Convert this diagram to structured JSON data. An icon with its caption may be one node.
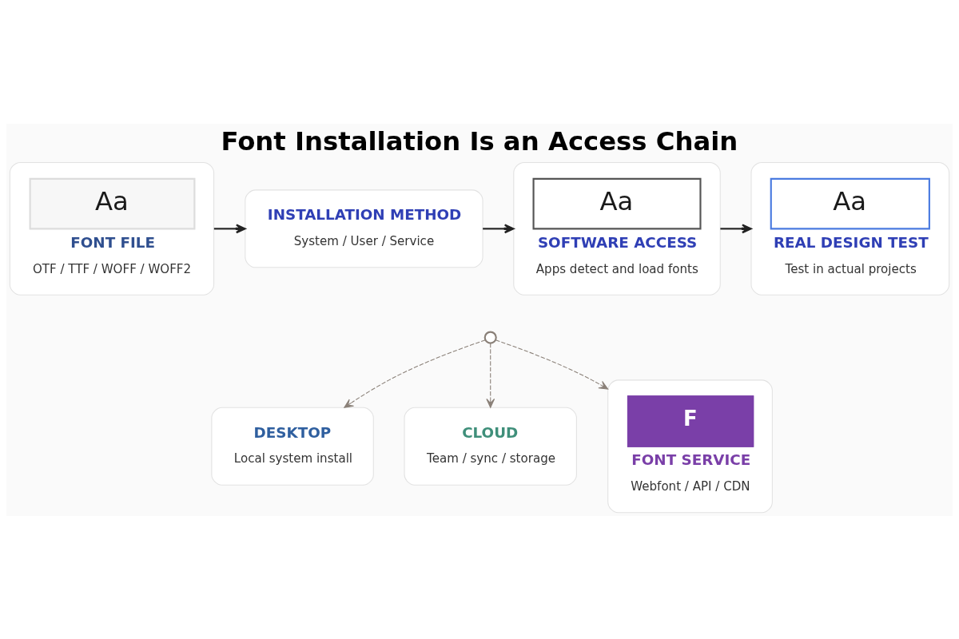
{
  "diagram": {
    "title": "Font Installation Is an Access Chain",
    "nodes": [
      {
        "text": [
          "Aa",
          "FONT FILE",
          "OTF / TTF / WOFF / WOFF2"
        ]
      },
      {
        "text": [
          "INSTALLATION METHOD",
          "System / User / Service"
        ]
      },
      {
        "text": [
          "Aa",
          "SOFTWARE ACCESS",
          "Apps detect and load fonts"
        ]
      },
      {
        "text": [
          "Aa",
          "REAL DESIGN TEST",
          "Test in actual projects"
        ]
      },
      {
        "text": [],
        "shape": "circle"
      },
      {
        "text": [
          "DESKTOP",
          "Local system install"
        ]
      },
      {
        "text": [
          "CLOUD",
          "Team / sync / storage"
        ]
      },
      {
        "text": [
          "F",
          "FONT SERVICE",
          "Webfont / API / CDN"
        ]
      }
    ],
    "edges": [
      {
        "from": 0,
        "to": 1,
        "arrow": "to"
      },
      {
        "from": 1,
        "to": 2,
        "arrow": "to"
      },
      {
        "from": 2,
        "to": 3,
        "arrow": "to"
      },
      {
        "from": 4,
        "to": 5,
        "arrow": "to",
        "style": "dashed",
        "color": "#8a8078"
      },
      {
        "from": 4,
        "to": 6,
        "arrow": "to",
        "style": "dashed",
        "color": "#8a8078"
      },
      {
        "from": 4,
        "to": 7,
        "arrow": "to",
        "style": "dashed",
        "color": "#8a8078"
      }
    ]
  }
}
